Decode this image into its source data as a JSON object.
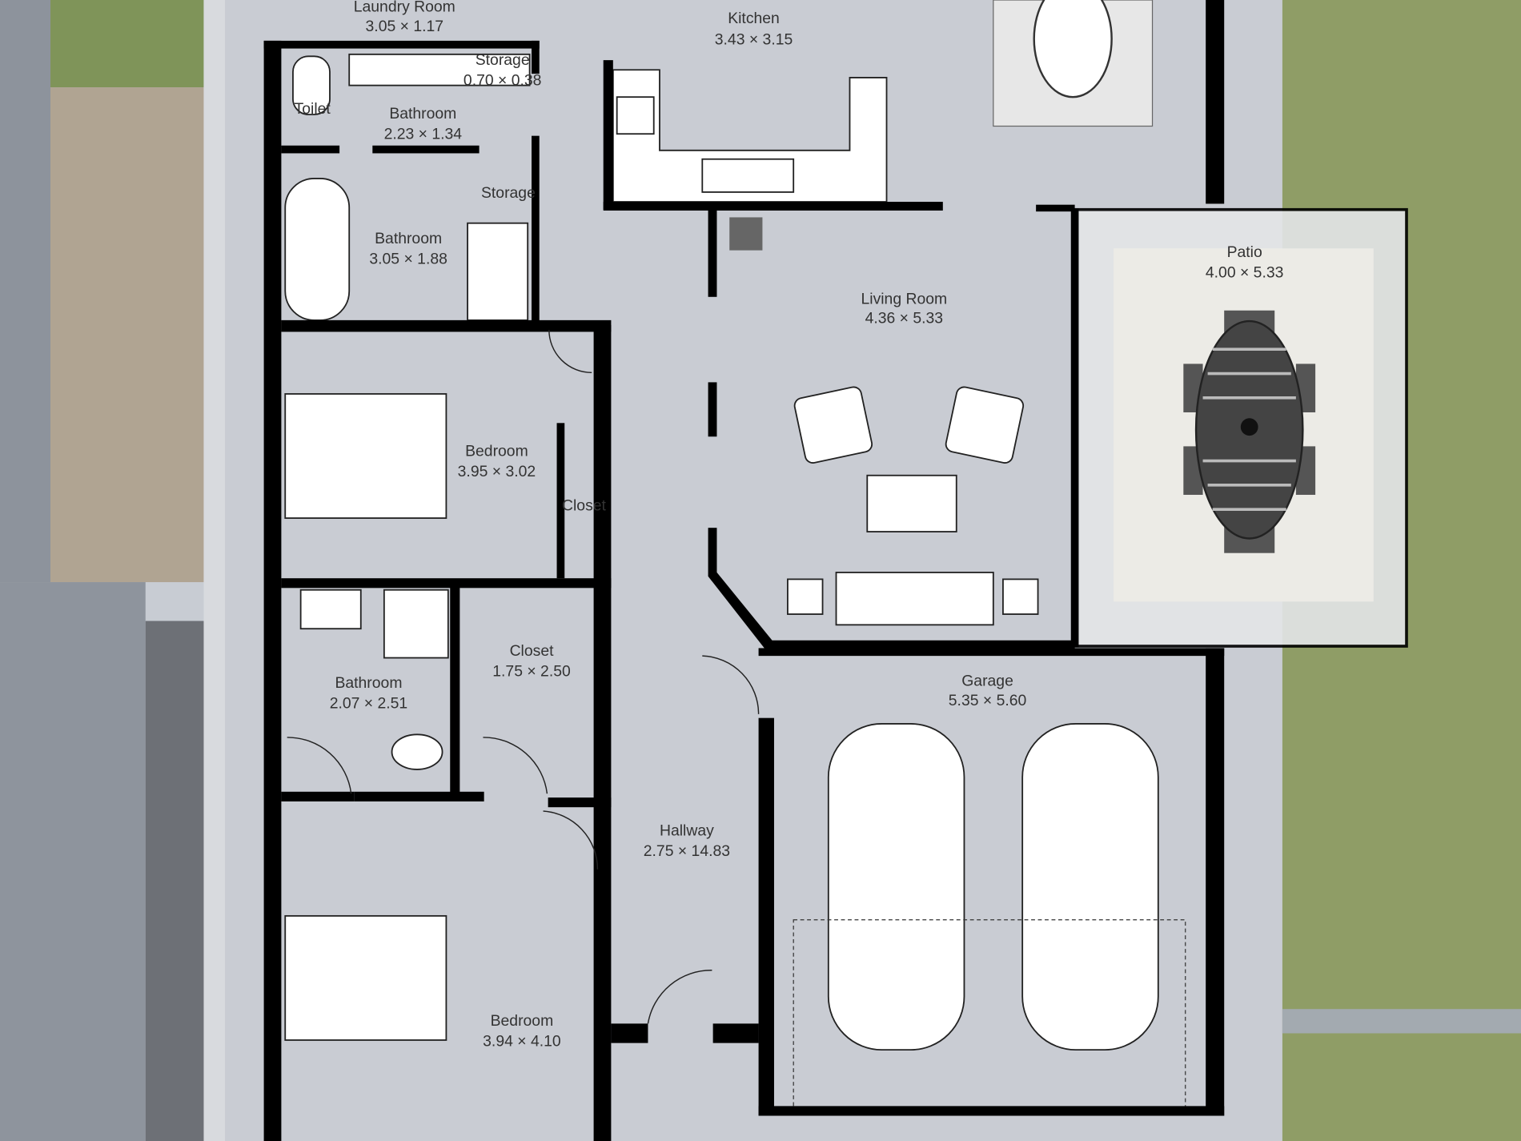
{
  "rooms": [
    {
      "name": "Laundry Room",
      "size": "3.05 × 1.17"
    },
    {
      "name": "Kitchen",
      "size": "3.43 × 3.15"
    },
    {
      "name": "Storage",
      "size": "0.70 × 0.38"
    },
    {
      "name": "Toilet"
    },
    {
      "name": "Bathroom",
      "size": "2.23 × 1.34"
    },
    {
      "name": "Storage"
    },
    {
      "name": "Bathroom",
      "size": "3.05 × 1.88"
    },
    {
      "name": "Patio",
      "size": "4.00 × 5.33"
    },
    {
      "name": "Living Room",
      "size": "4.36 × 5.33"
    },
    {
      "name": "Bedroom",
      "size": "3.95 × 3.02"
    },
    {
      "name": "Closet"
    },
    {
      "name": "Closet",
      "size": "1.75 × 2.50"
    },
    {
      "name": "Bathroom",
      "size": "2.07 × 2.51"
    },
    {
      "name": "Garage",
      "size": "5.35 × 5.60"
    },
    {
      "name": "Hallway",
      "size": "2.75 × 14.83"
    },
    {
      "name": "Bedroom",
      "size": "3.94 × 4.10"
    }
  ],
  "colors": {
    "wall": "#000000",
    "roof": "#c8ccd3",
    "grass": "#8a9a5e",
    "ground": "#a89a86"
  }
}
